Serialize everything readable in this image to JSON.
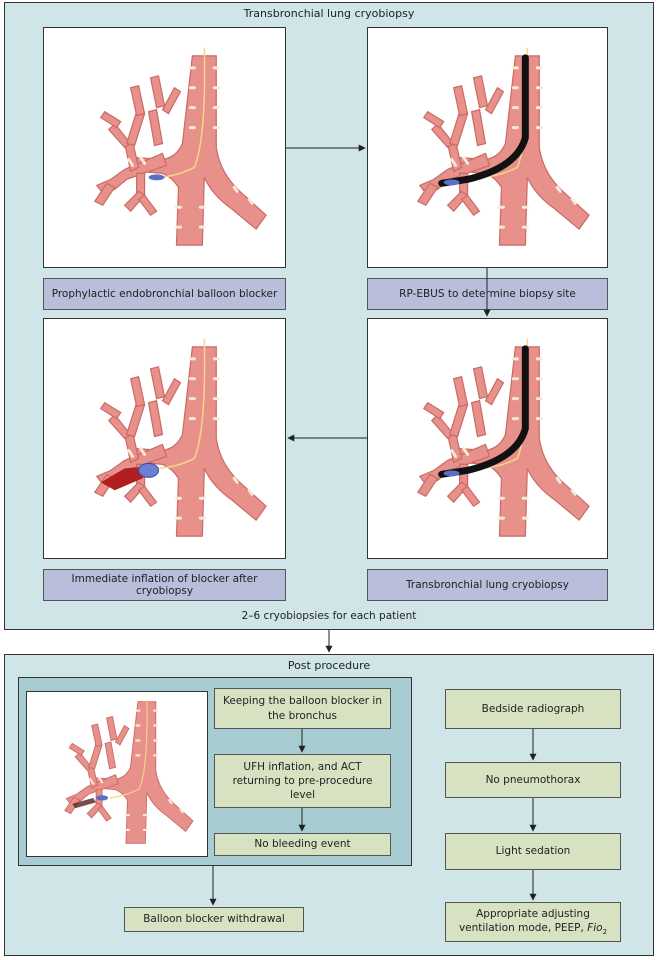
{
  "top": {
    "title": "Transbronchial lung cryobiopsy",
    "steps": [
      "Prophylactic endobronchial balloon blocker",
      "RP-EBUS to determine biopsy site",
      "Immediate inflation of blocker after cryobiopsy",
      "Transbronchial lung cryobiopsy"
    ],
    "footer": "2–6 cryobiopsies for each patient"
  },
  "post": {
    "title": "Post procedure",
    "left_steps": [
      "Keeping the balloon blocker in the bronchus",
      "UFH inflation, and ACT returning to pre-procedure level",
      "No bleeding event"
    ],
    "withdrawal": "Balloon blocker withdrawal",
    "right_steps": [
      "Bedside radiograph",
      "No pneumothorax",
      "Light sedation"
    ],
    "final_step_text": "Appropriate adjusting ventilation mode, PEEP, ",
    "final_step_var": "Fio",
    "final_step_sub": "2"
  },
  "colors": {
    "panel_bg": "#cfe5e7",
    "inner_bg": "#a7ccd2",
    "step_purple": "#b9bedb",
    "step_green": "#d6e2c2",
    "airway_pink": "#e8908a",
    "cartilage": "#f6e9da",
    "catheter": "#f2d888",
    "balloon": "#5b6fc4",
    "bleeding": "#b01e20"
  }
}
